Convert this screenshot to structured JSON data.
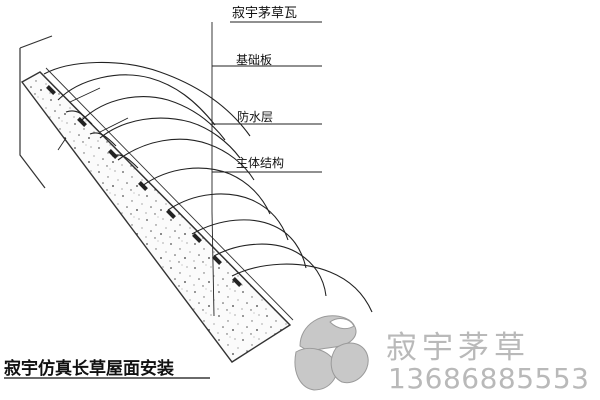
{
  "diagram": {
    "labels": {
      "top": "寂宇茅草瓦",
      "base_board": "基础板",
      "waterproof": "防水层",
      "structure": "主体结构"
    },
    "caption": "寂宇仿真长草屋面安装"
  },
  "watermark": {
    "brand": "寂宇茅草",
    "phone": "13686885553",
    "color": "#b9b9b9"
  }
}
